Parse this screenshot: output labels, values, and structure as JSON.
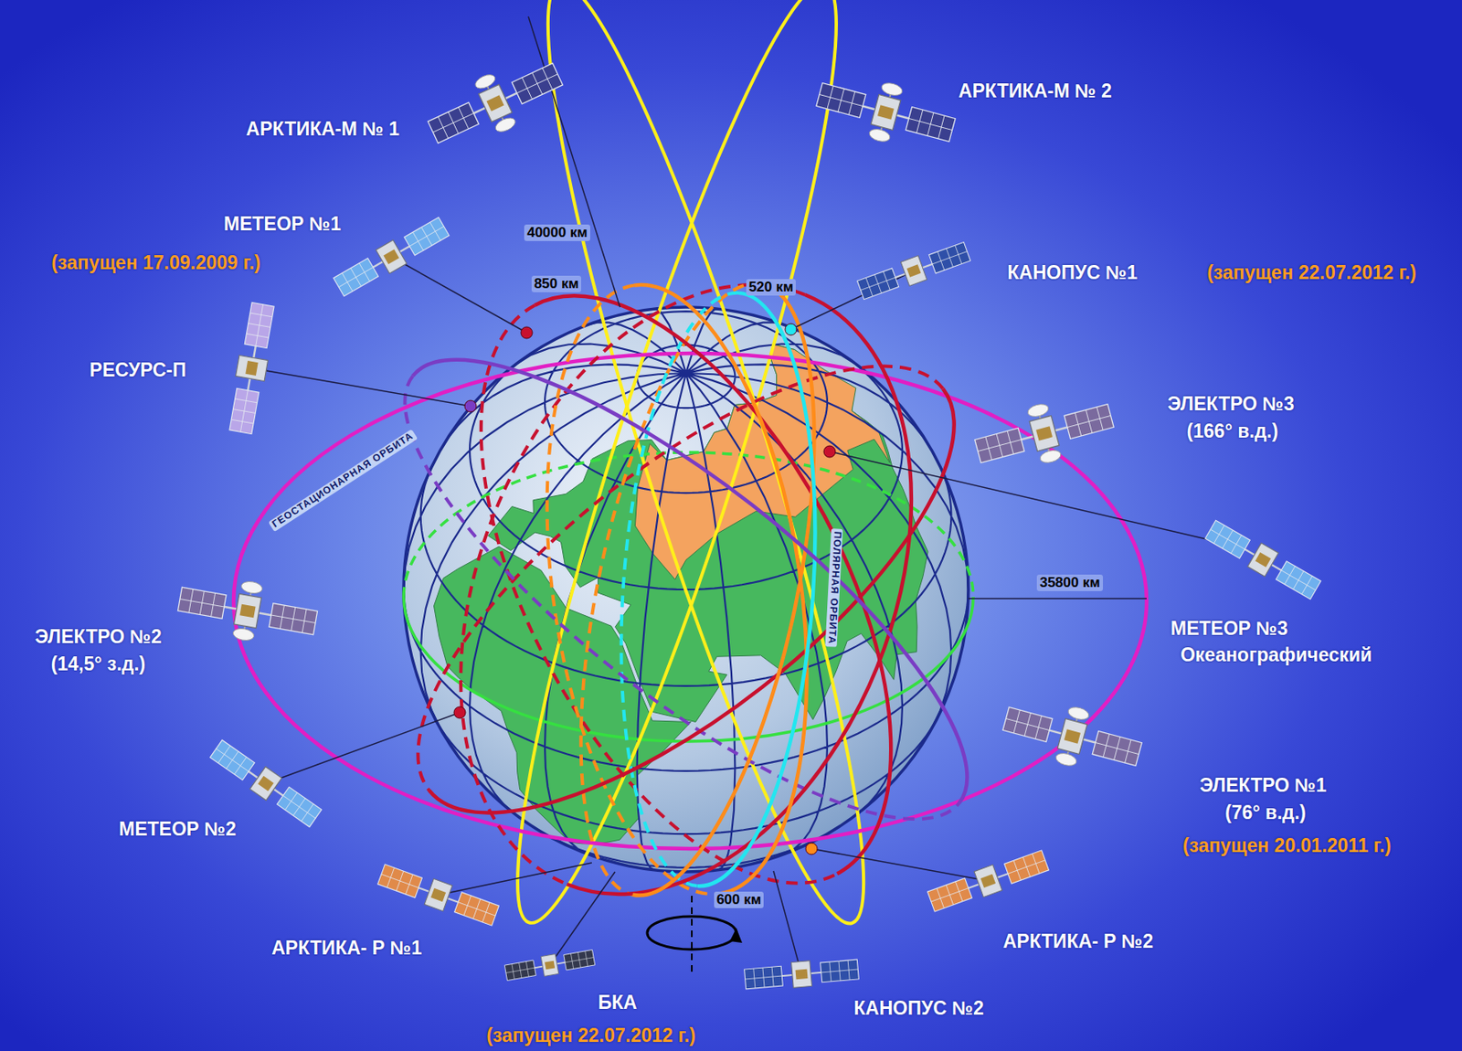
{
  "diagram": {
    "labels": [
      "АРКТИКА-М № 1",
      "АРКТИКА-М № 2",
      "40000 км",
      "МЕТЕОР №1",
      "(запущен 17.09.2009 г.)",
      "850 км",
      "520 км",
      "КАНОПУС №1",
      "(запущен 22.07.2012 г.)",
      "РЕСУРС-П",
      "ГЕОСТАЦИОНАРНАЯ ОРБИТА",
      "ЭЛЕКТРО №3",
      "(166° в.д.)",
      "ПОЛЯРНАЯ ОРБИТА",
      "35800 км",
      "ЭЛЕКТРО №2",
      "(14,5° з.д.)",
      "МЕТЕОР №3",
      "Океанографический",
      "ЭЛЕКТРО №1",
      "(76° в.д.)",
      "(запущен 20.01.2011 г.)",
      "МЕТЕОР №2",
      "600 км",
      "АРКТИКА- Р №1",
      "АРКТИКА- Р №2",
      "БКА",
      "КАНОПУС №2",
      "(запущен 22.07.2012 г.)"
    ]
  }
}
